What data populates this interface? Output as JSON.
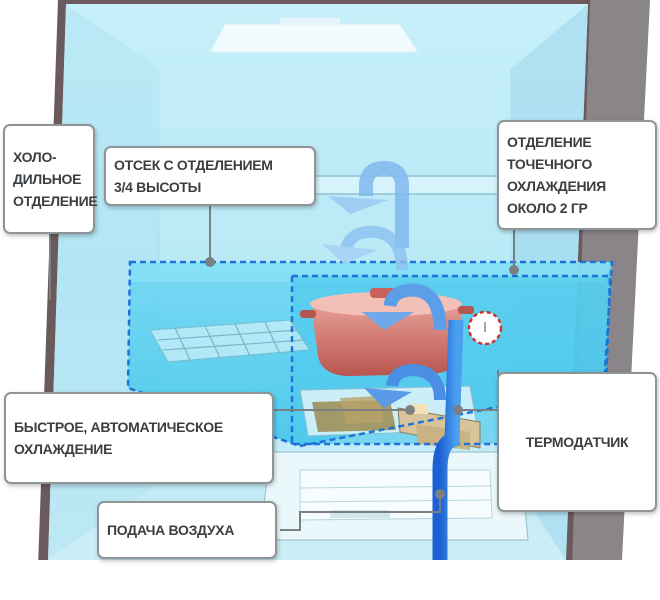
{
  "labels": {
    "cold_compartment": [
      "ХОЛО-",
      "ДИЛЬНОЕ",
      "ОТДЕЛЕНИЕ"
    ],
    "three_quarter_compartment": [
      "ОТСЕК С ОТДЕЛЕНИЕМ",
      "3/4 ВЫСОТЫ"
    ],
    "spot_cooling": [
      "ОТДЕЛЕНИЕ",
      "ТОЧЕЧНОГО",
      "ОХЛАЖДЕНИЯ",
      "ОКОЛО 2 ГР"
    ],
    "fast_cooling": [
      "БЫСТРОЕ, АВТОМАТИЧЕСКОЕ",
      "ОХЛАЖДЕНИЕ"
    ],
    "thermo_sensor": [
      "ТЕРМОДАТЧИК"
    ],
    "air_supply": [
      "ПОДАЧА ВОЗДУХА"
    ]
  },
  "colors": {
    "interior": "#bfeaf5",
    "cold_zone": "#5fd0ef",
    "dashed_outline": "#1e73d8",
    "air_arrow": "#3f86e0",
    "box_border": "#8f9497",
    "sensor_ring": "#d0322a"
  }
}
